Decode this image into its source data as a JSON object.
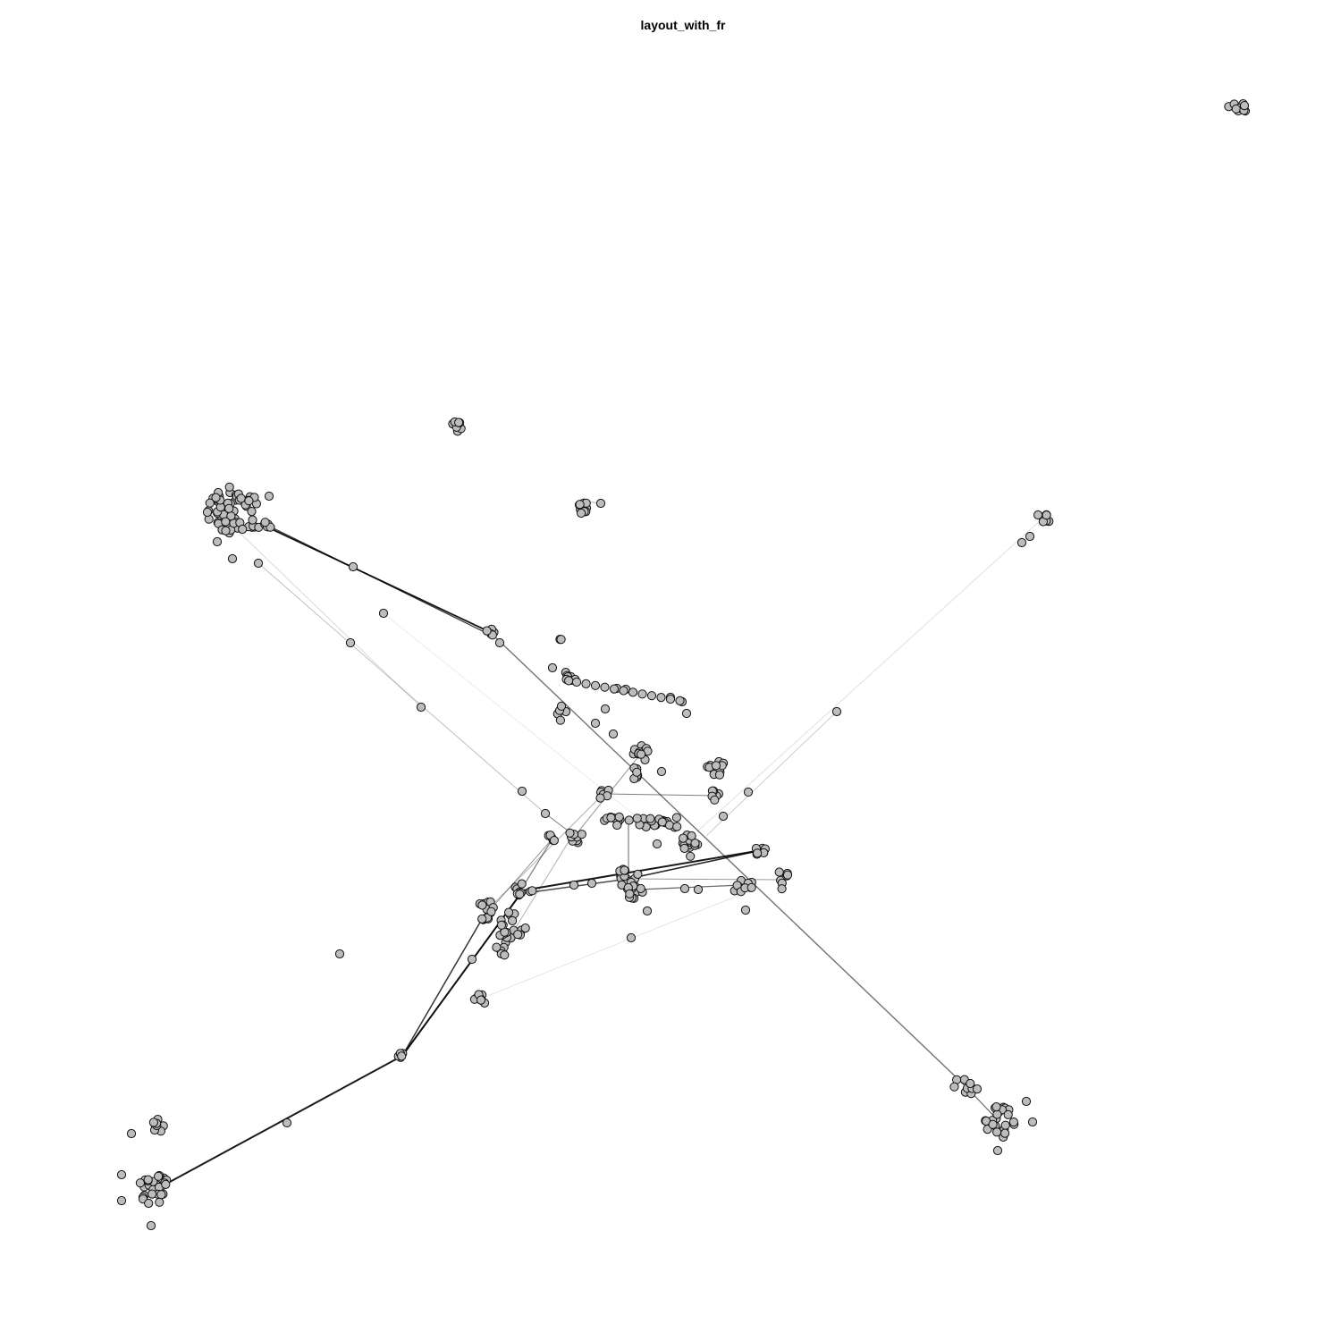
{
  "title": "layout_with_fr",
  "chart_data": {
    "type": "network",
    "layout": "layout_with_fr",
    "node_fill": "#bdbdbd",
    "node_stroke": "#111111",
    "edge_color": "#000000"
  }
}
